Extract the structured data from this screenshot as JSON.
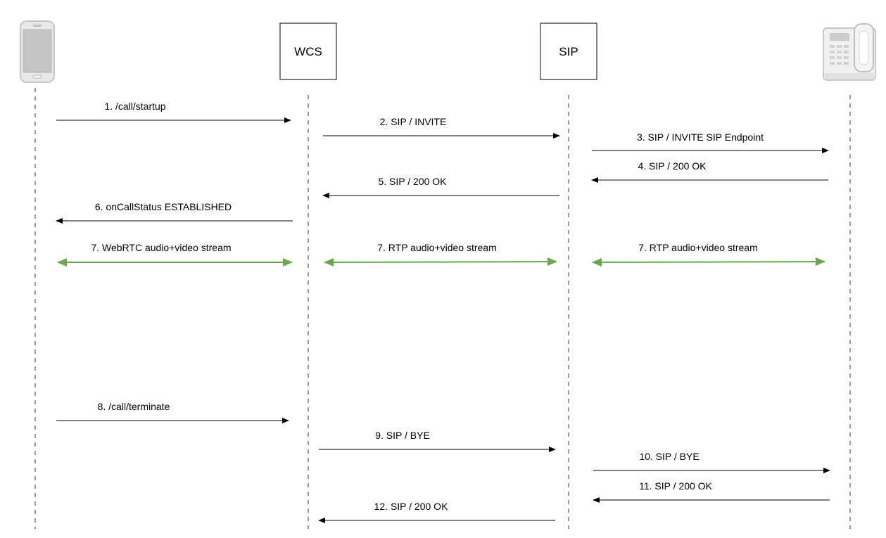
{
  "participants": {
    "wcs": {
      "label": "WCS"
    },
    "sip": {
      "label": "SIP"
    },
    "client": {
      "icon": "smartphone-icon"
    },
    "endpoint": {
      "icon": "desk-phone-icon"
    }
  },
  "colors": {
    "message": "#000000",
    "stream": "#6aa84f",
    "lifeline": "#333333",
    "icon_gray": "#cfcfcf",
    "icon_stroke": "#bdbdbd"
  },
  "messages": [
    {
      "label": "1. /call/startup",
      "from": "client",
      "to": "wcs",
      "kind": "request"
    },
    {
      "label": "2. SIP / INVITE",
      "from": "wcs",
      "to": "sip",
      "kind": "request"
    },
    {
      "label": "3. SIP / INVITE SIP Endpoint",
      "from": "sip",
      "to": "endpoint",
      "kind": "request"
    },
    {
      "label": "4. SIP / 200 OK",
      "from": "endpoint",
      "to": "sip",
      "kind": "response"
    },
    {
      "label": "5. SIP / 200 OK",
      "from": "sip",
      "to": "wcs",
      "kind": "response"
    },
    {
      "label": "6. onCallStatus ESTABLISHED",
      "from": "wcs",
      "to": "client",
      "kind": "response"
    },
    {
      "label": "7. WebRTC audio+video stream",
      "from": "client",
      "to": "wcs",
      "kind": "stream"
    },
    {
      "label": "7. RTP audio+video stream",
      "from": "wcs",
      "to": "sip",
      "kind": "stream"
    },
    {
      "label": "7. RTP audio+video stream",
      "from": "sip",
      "to": "endpoint",
      "kind": "stream"
    },
    {
      "label": "8. /call/terminate",
      "from": "client",
      "to": "wcs",
      "kind": "request"
    },
    {
      "label": "9. SIP / BYE",
      "from": "wcs",
      "to": "sip",
      "kind": "request"
    },
    {
      "label": "10. SIP / BYE",
      "from": "sip",
      "to": "endpoint",
      "kind": "request"
    },
    {
      "label": "11. SIP / 200 OK",
      "from": "endpoint",
      "to": "sip",
      "kind": "response"
    },
    {
      "label": "12. SIP / 200 OK",
      "from": "sip",
      "to": "wcs",
      "kind": "response"
    }
  ]
}
